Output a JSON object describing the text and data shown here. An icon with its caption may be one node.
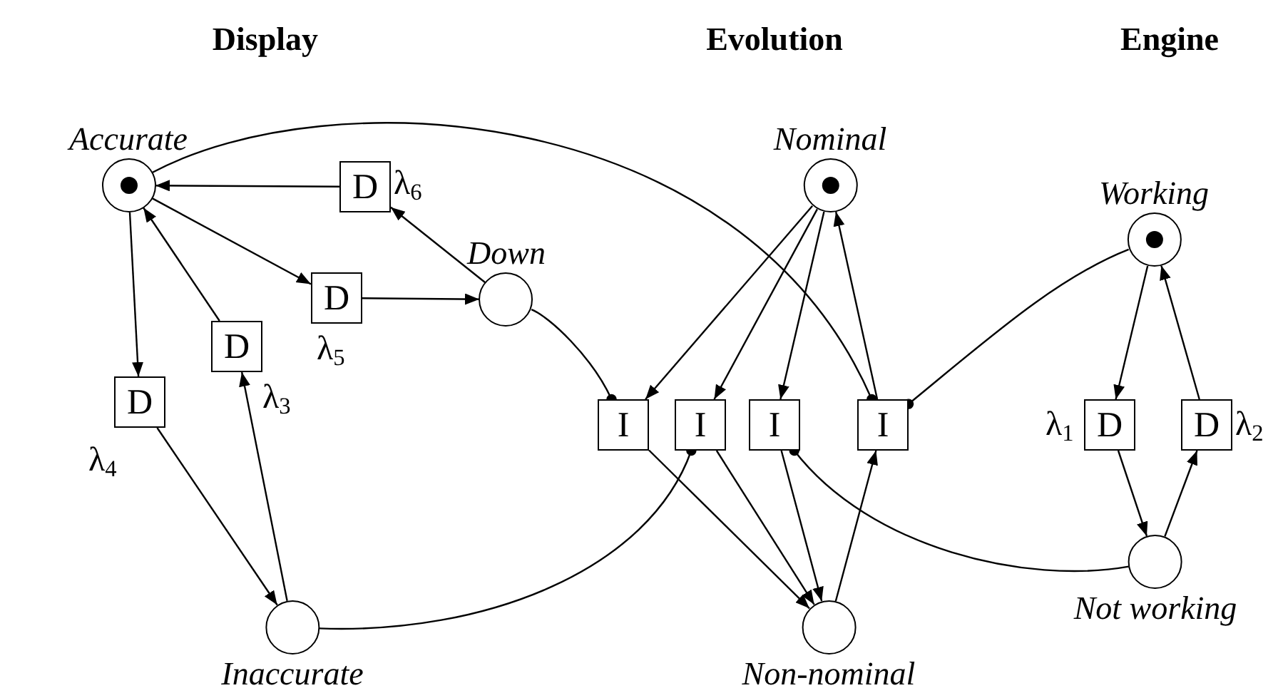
{
  "diagram": {
    "nodes": [
      {
        "text": [
          "Accurate"
        ]
      },
      {
        "text": [
          "D"
        ],
        "beside": [
          "λ$_{6}$"
        ]
      },
      {
        "text": [
          "Down"
        ]
      },
      {
        "text": [
          "D"
        ],
        "beside": [
          "λ$_{5}$"
        ]
      },
      {
        "text": [
          "D"
        ],
        "beside": [
          "λ$_{3}$"
        ]
      },
      {
        "text": [
          "D"
        ],
        "beside": [
          "λ$_{4}$"
        ]
      },
      {
        "text": [
          "Inaccurate"
        ]
      },
      {
        "text": [
          "Nominal"
        ]
      },
      {
        "text": [
          "I"
        ]
      },
      {
        "text": [
          "I"
        ]
      },
      {
        "text": [
          "I"
        ]
      },
      {
        "text": [
          "I"
        ]
      },
      {
        "text": [
          "Non-nominal"
        ]
      },
      {
        "text": [
          "Working"
        ]
      },
      {
        "text": [
          "D"
        ],
        "beside": [
          "λ$_{1}$"
        ]
      },
      {
        "text": [
          "D"
        ],
        "beside": [
          "λ$_{2}$"
        ]
      },
      {
        "text": [
          "Not working"
        ]
      }
    ],
    "edges": [
      {
        "from": 0,
        "to": 5,
        "arrow": "to"
      },
      {
        "from": 5,
        "to": 6,
        "arrow": "to"
      },
      {
        "from": 6,
        "to": 4,
        "arrow": "to"
      },
      {
        "from": 4,
        "to": 0,
        "arrow": "to"
      },
      {
        "from": 0,
        "to": 3,
        "arrow": "to"
      },
      {
        "from": 3,
        "to": 2,
        "arrow": "to"
      },
      {
        "from": 2,
        "to": 1,
        "arrow": "to"
      },
      {
        "from": 1,
        "to": 0,
        "arrow": "to"
      },
      {
        "from": 2,
        "to": 8,
        "arrow": "other"
      },
      {
        "from": 0,
        "to": 11,
        "arrow": "other"
      },
      {
        "from": 6,
        "to": 9,
        "arrow": "other"
      },
      {
        "from": 7,
        "to": 8,
        "arrow": "to"
      },
      {
        "from": 7,
        "to": 9,
        "arrow": "to"
      },
      {
        "from": 7,
        "to": 10,
        "arrow": "to"
      },
      {
        "from": 11,
        "to": 7,
        "arrow": "to"
      },
      {
        "from": 8,
        "to": 12,
        "arrow": "to"
      },
      {
        "from": 9,
        "to": 12,
        "arrow": "to"
      },
      {
        "from": 10,
        "to": 12,
        "arrow": "to"
      },
      {
        "from": 12,
        "to": 11,
        "arrow": "to"
      },
      {
        "from": 16,
        "to": 10,
        "arrow": "other"
      },
      {
        "from": 13,
        "to": 11,
        "arrow": "other"
      },
      {
        "from": 13,
        "to": 14,
        "arrow": "to"
      },
      {
        "from": 14,
        "to": 16,
        "arrow": "to"
      },
      {
        "from": 16,
        "to": 15,
        "arrow": "to"
      },
      {
        "from": 15,
        "to": 13,
        "arrow": "to"
      }
    ],
    "labels": [
      "Display",
      "Evolution",
      "Engine"
    ]
  }
}
